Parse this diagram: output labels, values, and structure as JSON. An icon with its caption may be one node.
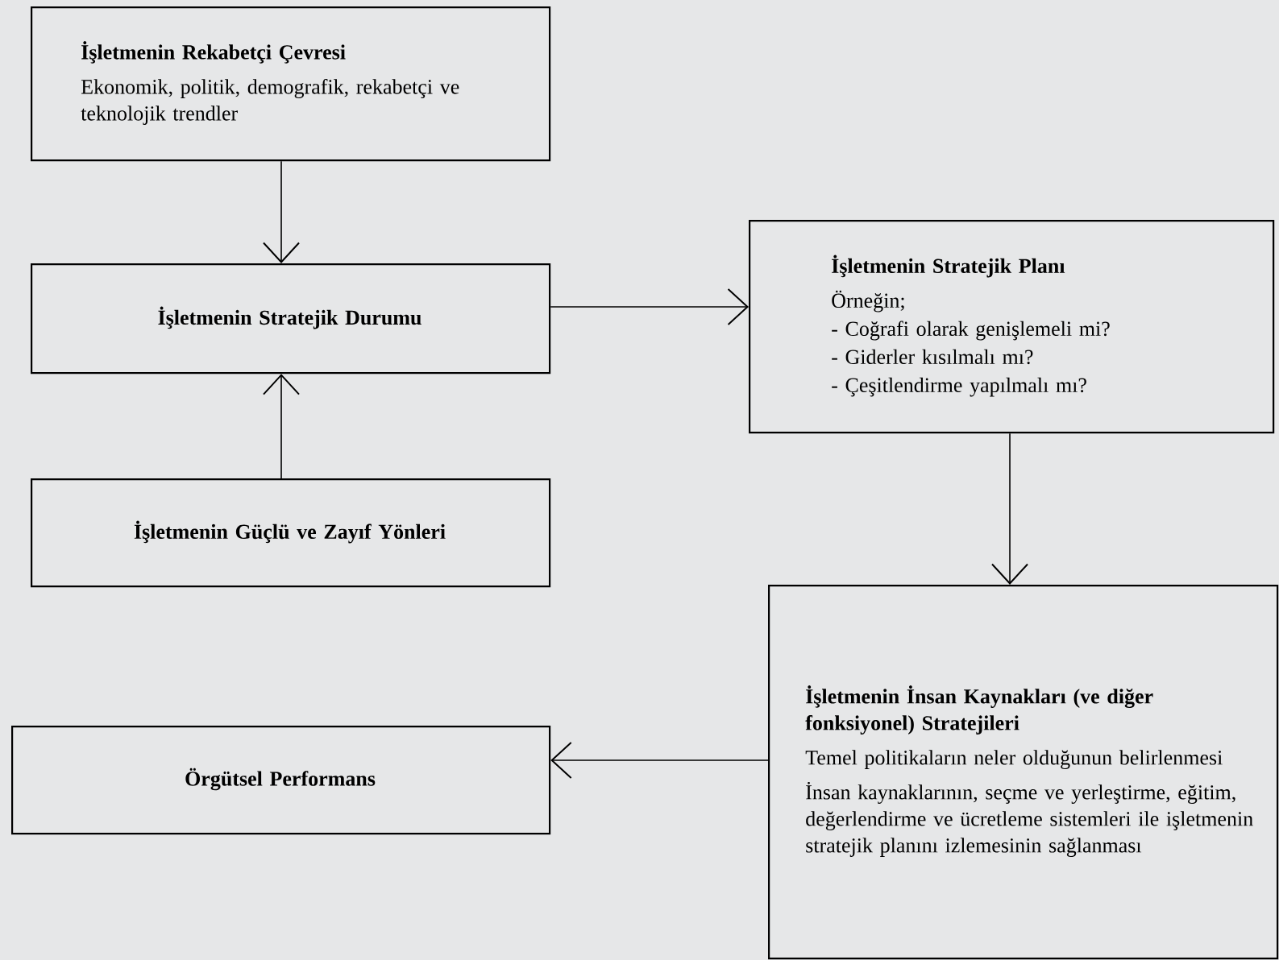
{
  "diagram": {
    "nodes": [
      {
        "text": [
          "İşletmenin Rekabetçi Çevresi",
          "Ekonomik, politik, demografik, rekabetçi ve teknolojik trendler"
        ]
      },
      {
        "text": [
          "İşletmenin Stratejik Durumu"
        ]
      },
      {
        "text": [
          "İşletmenin Güçlü ve Zayıf Yönleri"
        ]
      },
      {
        "text": [
          "İşletmenin Stratejik Planı",
          "Örneğin;",
          "- Coğrafi olarak genişlemeli mi?",
          "- Giderler kısılmalı mı?",
          "- Çeşitlendirme yapılmalı mı?"
        ]
      },
      {
        "text": [
          "İşletmenin İnsan Kaynakları (ve diğer fonksiyonel) Stratejileri",
          "Temel politikaların neler olduğunun belirlenmesi",
          "İnsan kaynaklarının, seçme ve yerleştirme, eğitim, değerlendirme ve ücretleme sistemleri ile işletmenin stratejik planını izlemesinin sağlanması"
        ]
      },
      {
        "text": [
          "Örgütsel Performans"
        ]
      }
    ],
    "edges": [
      {
        "from": 0,
        "to": 1,
        "arrow": "to"
      },
      {
        "from": 2,
        "to": 1,
        "arrow": "to"
      },
      {
        "from": 1,
        "to": 3,
        "arrow": "to"
      },
      {
        "from": 3,
        "to": 4,
        "arrow": "to"
      },
      {
        "from": 4,
        "to": 5,
        "arrow": "to"
      }
    ]
  }
}
